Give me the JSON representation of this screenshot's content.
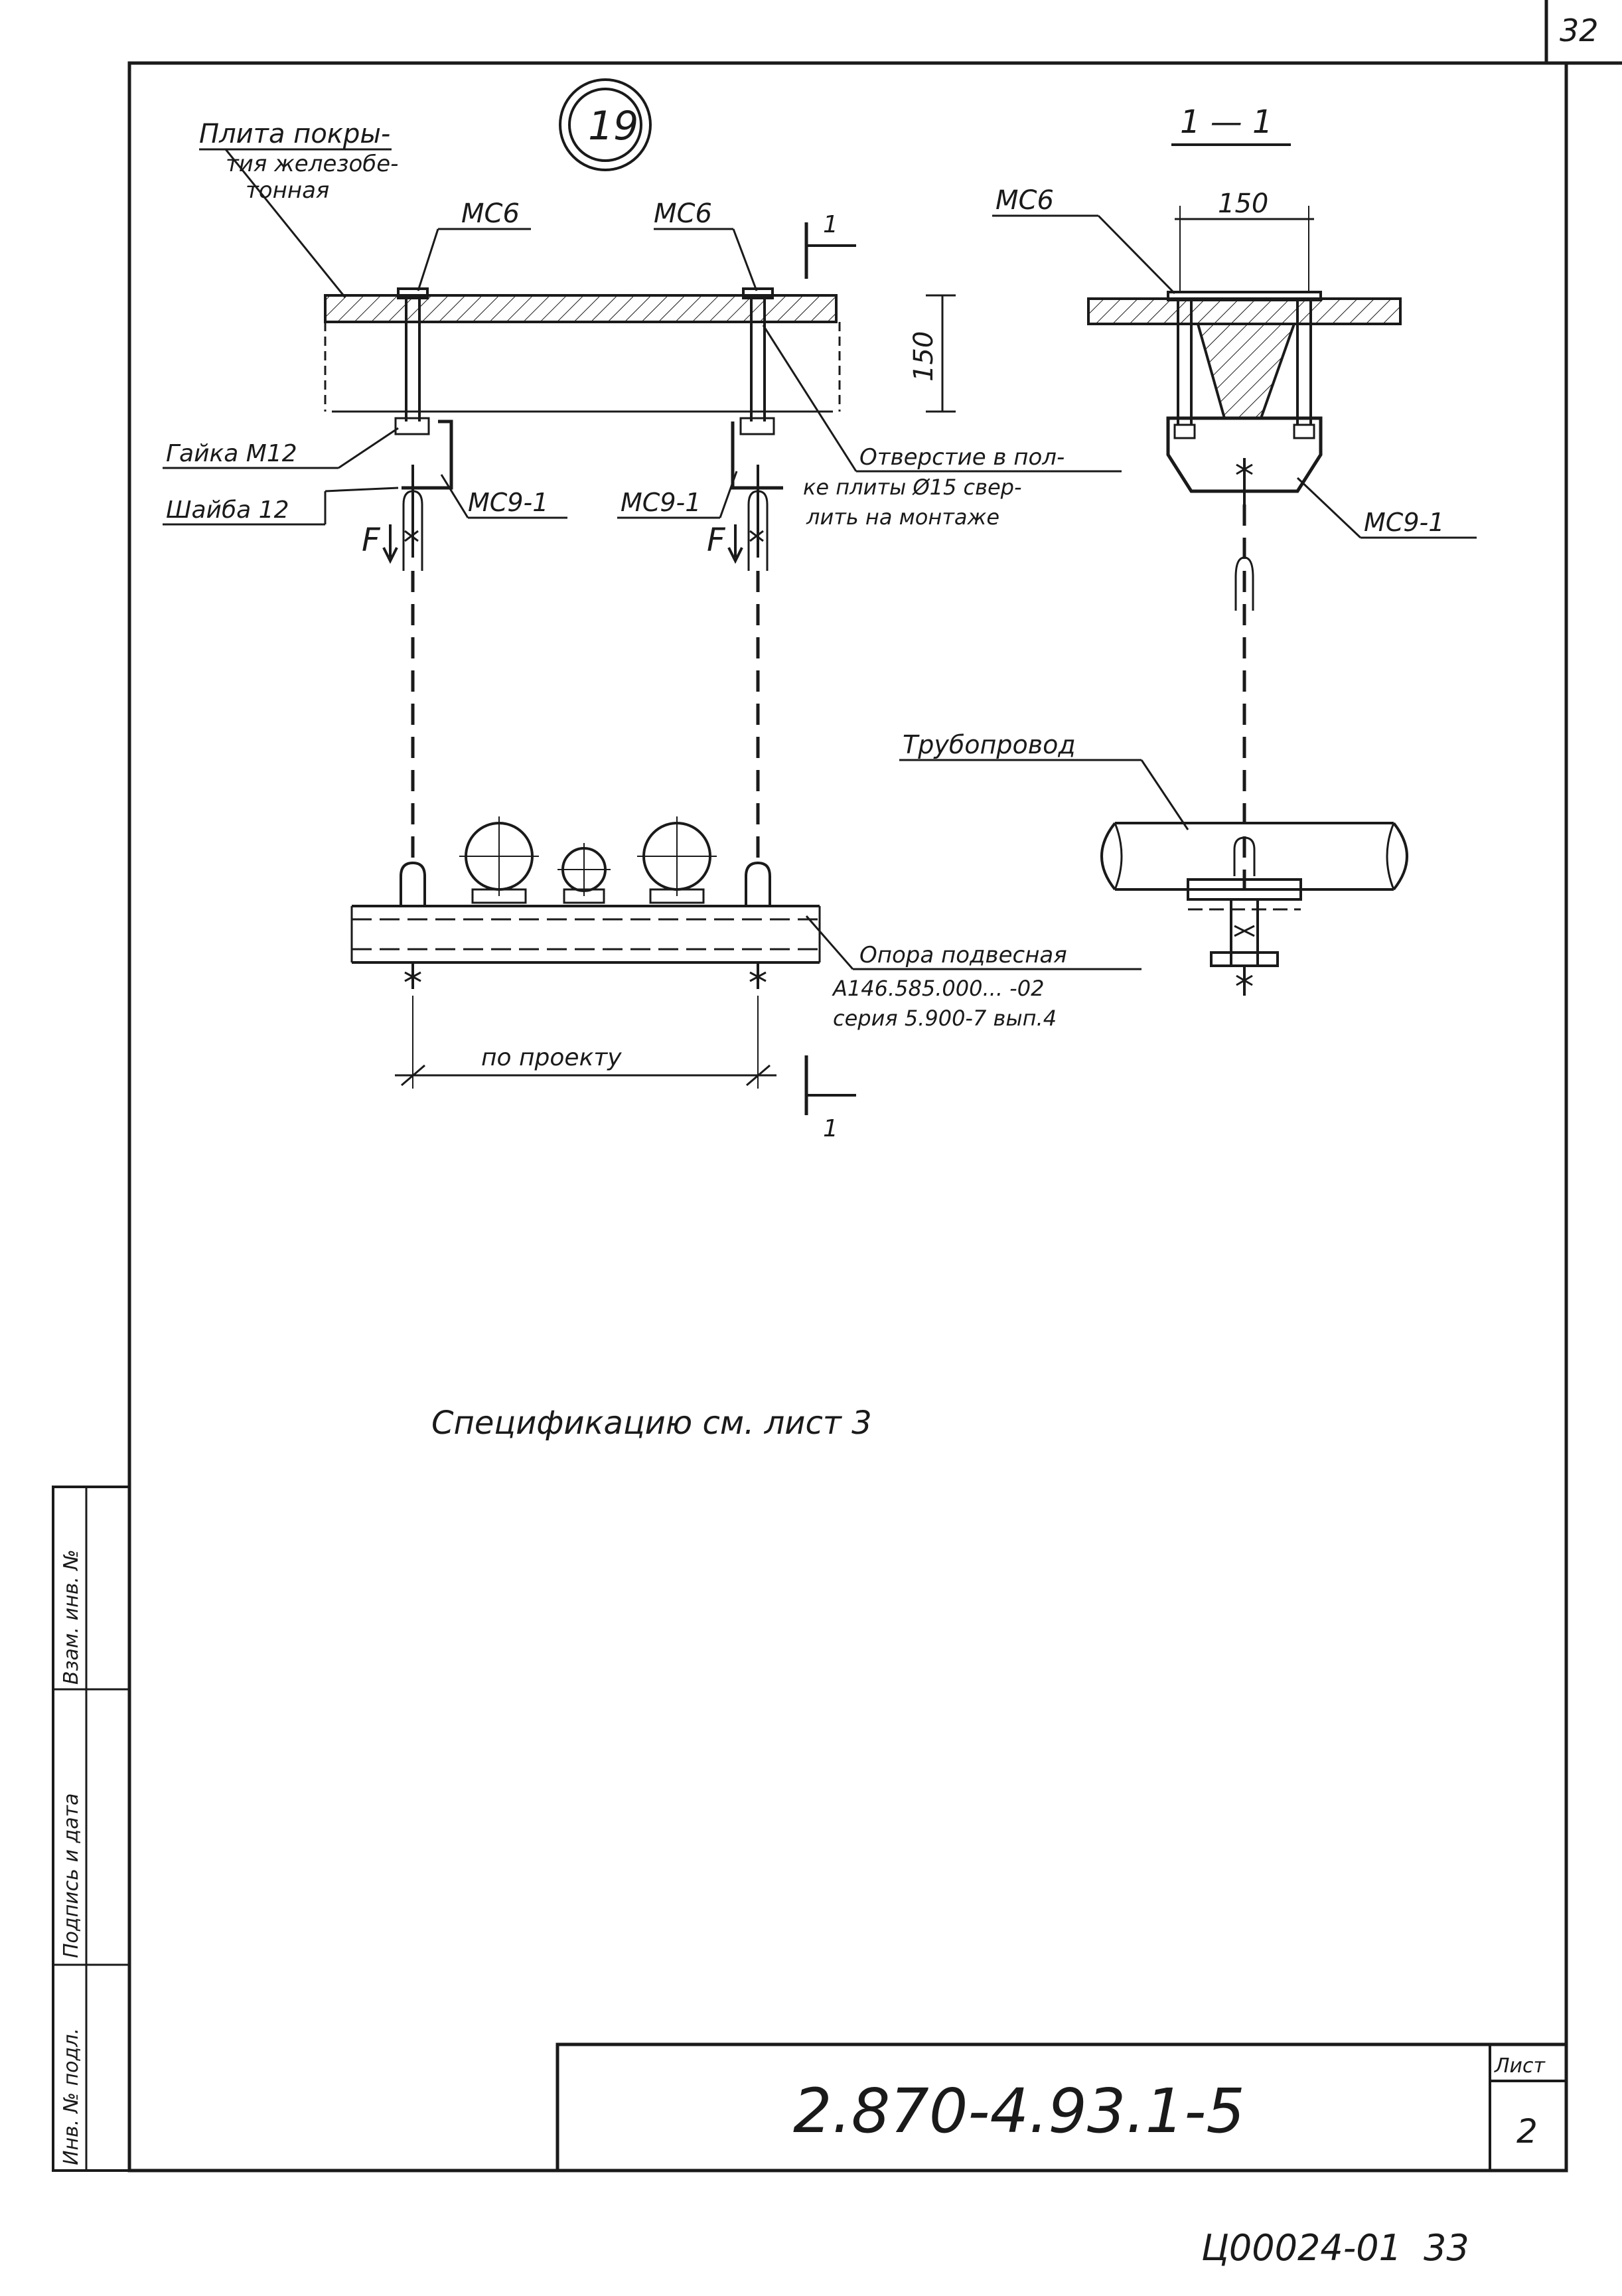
{
  "sheet": {
    "corner_number": "32",
    "circle_mark": "19",
    "section_title": "1 — 1",
    "section_mark": "1",
    "drawing_code": "2.870-4.93.1-5",
    "list_label": "Лист",
    "list_number": "2",
    "archive_number": "Ц00024-01",
    "archive_page": "33",
    "spec_note": "Спецификацию см. лист 3"
  },
  "labels": {
    "slab_line1": "Плита покры-",
    "slab_line2": "тия железобе-",
    "slab_line3": "тонная",
    "mc6_a": "МС6",
    "mc6_b": "МС6",
    "mc6_c": "МС6",
    "dim_150_vertical": "150",
    "dim_150_horizontal": "150",
    "nut": "Гайка М12",
    "washer": "Шайба 12",
    "mc9_a": "МС9-1",
    "mc9_b": "МС9-1",
    "mc9_c": "МС9-1",
    "force_a": "F",
    "force_b": "F",
    "hole_line1": "Отверстие в пол-",
    "hole_line2": "ке плиты  Ø15 свер-",
    "hole_line3": "лить на монтаже",
    "pipeline": "Трубопровод",
    "support_line1": "Опора подвесная",
    "support_line2": "А146.585.000... -02",
    "support_line3": "серия 5.900-7 вып.4",
    "by_project": "по проекту"
  },
  "side_stamp": {
    "cells": [
      "Инв. № подл.",
      "Подпись и дата",
      "Взам. инв. №"
    ]
  }
}
